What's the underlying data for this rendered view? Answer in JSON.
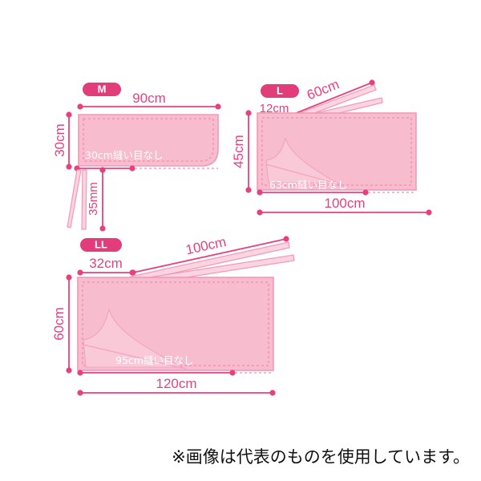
{
  "figure": {
    "background": "#ffffff",
    "colors": {
      "fabric_fill": "#f7bccd",
      "fabric_edge": "#f29ab6",
      "stitch_dash": "#ee87a9",
      "dim_line": "#e8407f",
      "dim_text": "#e8407f",
      "badge_fill": "#e23c7b",
      "badge_text": "#ffffff",
      "inner_label_text": "#ffffff",
      "strap_stroke": "#f19ab7",
      "drape_line": "#f0a0bd"
    },
    "caption": "※画像は代表のものを使用しています。"
  },
  "diagrams": [
    {
      "id": "size-m",
      "badge": "M",
      "dimensions": {
        "top": "90cm",
        "left": "30cm",
        "strap": "35mm"
      },
      "inner_label": "30cm縫い目なし"
    },
    {
      "id": "size-l",
      "badge": "L",
      "dimensions": {
        "left_top": "12cm",
        "strap": "60cm",
        "left": "45cm",
        "bottom": "100cm"
      },
      "inner_label": "63cm縫い目なし"
    },
    {
      "id": "size-ll",
      "badge": "LL",
      "dimensions": {
        "left_top": "32cm",
        "strap": "100cm",
        "left": "60cm",
        "bottom": "120cm"
      },
      "inner_label": "95cm縫い目なし"
    }
  ]
}
